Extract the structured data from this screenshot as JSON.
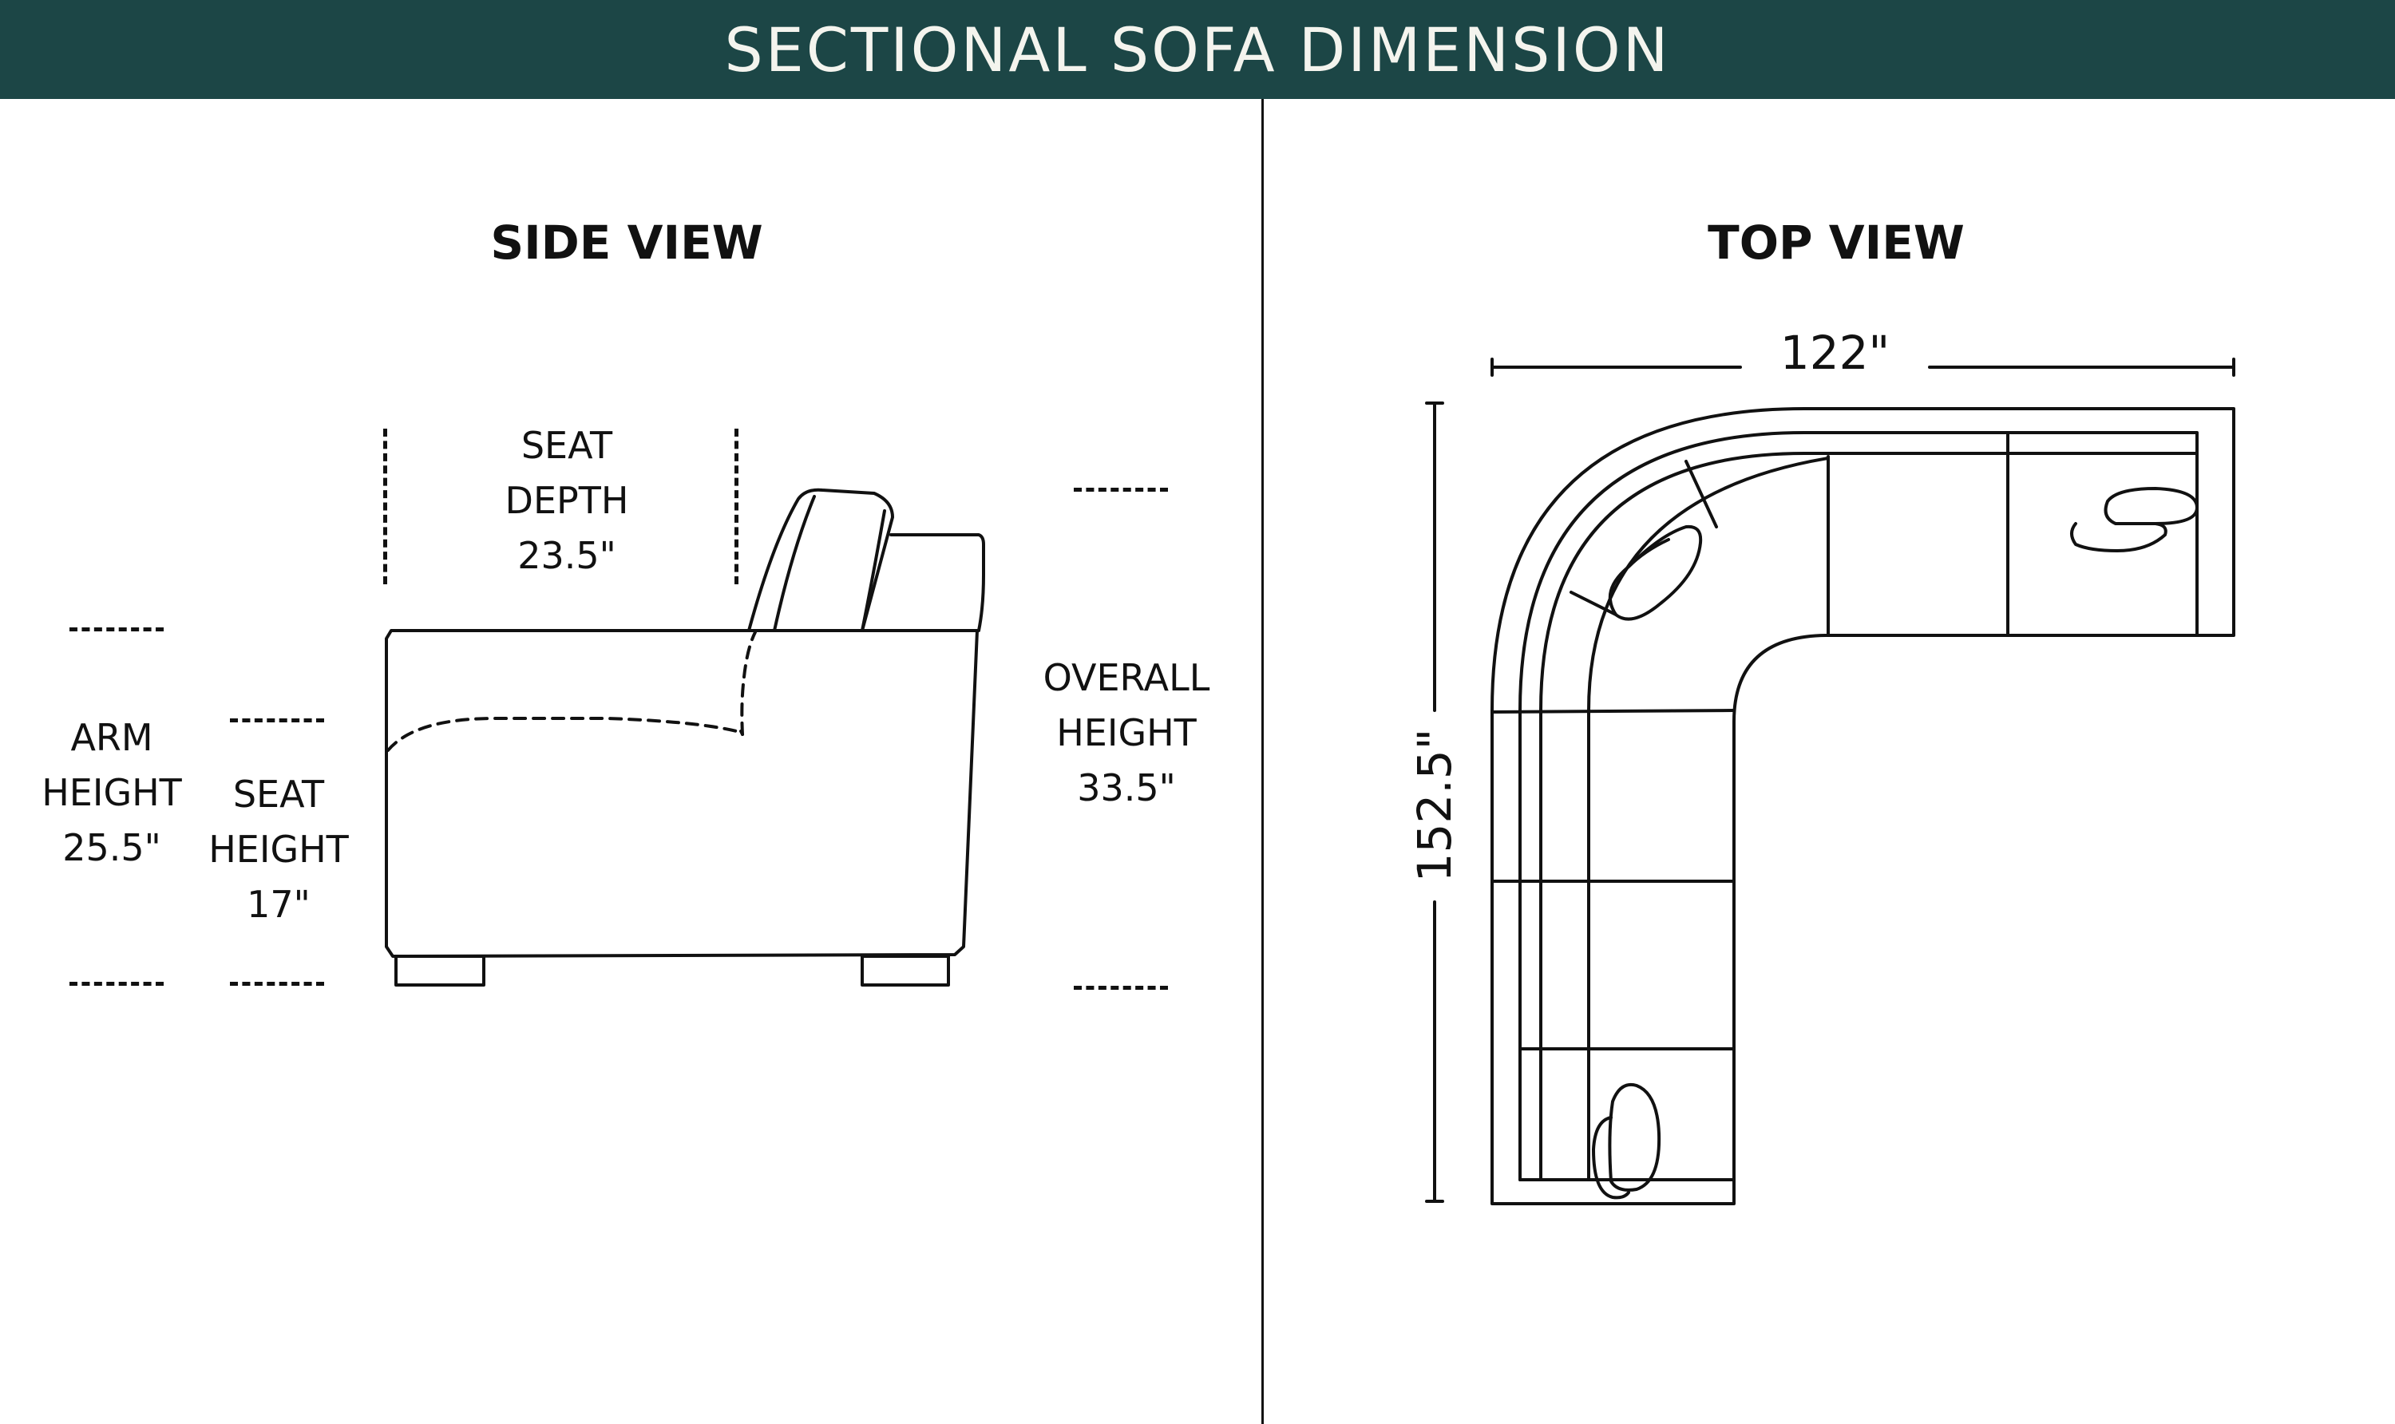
{
  "header": {
    "title": "SECTIONAL SOFA DIMENSION"
  },
  "side_view": {
    "title": "SIDE VIEW",
    "seat_depth": {
      "line1": "SEAT",
      "line2": "DEPTH",
      "value": "23.5\""
    },
    "arm_height": {
      "line1": "ARM",
      "line2": "HEIGHT",
      "value": "25.5\""
    },
    "seat_height": {
      "line1": "SEAT",
      "line2": "HEIGHT",
      "value": "17\""
    },
    "overall_height": {
      "line1": "OVERALL",
      "line2": "HEIGHT",
      "value": "33.5\""
    }
  },
  "top_view": {
    "title": "TOP VIEW",
    "width_value": "122\"",
    "depth_value": "152.5\""
  },
  "colors": {
    "header_bg": "#1c4646",
    "header_text": "#f4f4ee",
    "line": "#111111"
  }
}
